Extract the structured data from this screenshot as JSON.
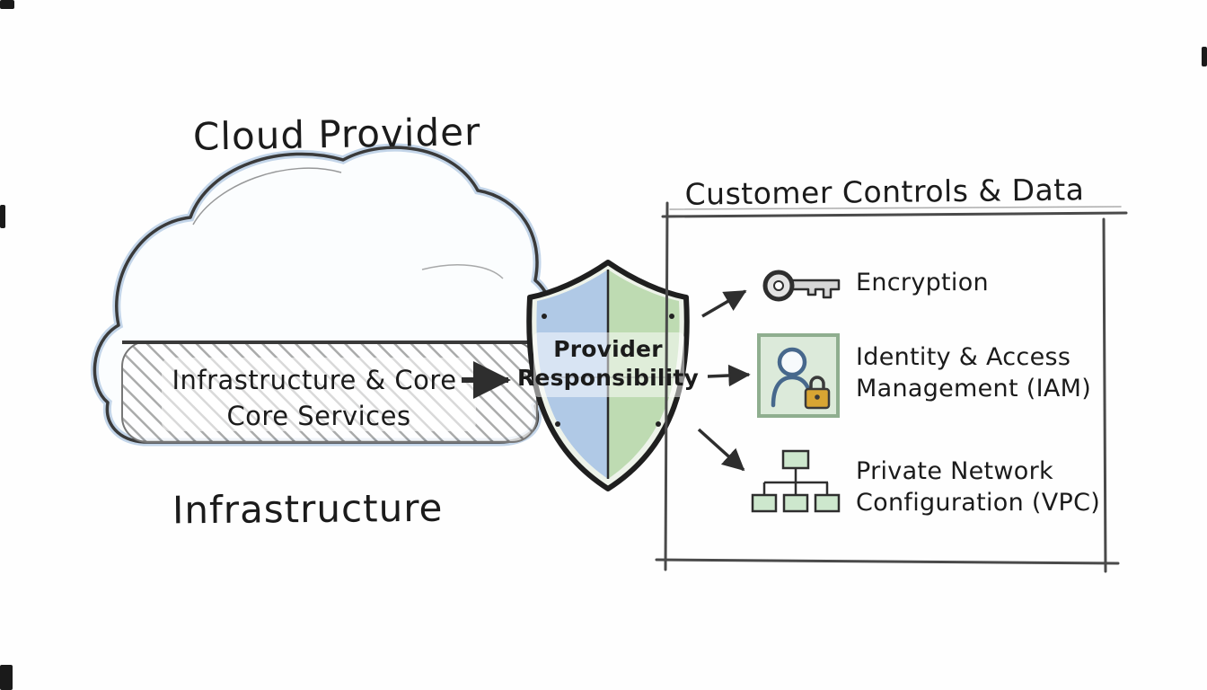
{
  "cloud": {
    "title": "Cloud Provider",
    "band": {
      "line1": "Infrastructure & Core",
      "line2": "Core Services"
    },
    "caption": "Infrastructure"
  },
  "shield": {
    "line1": "Provider",
    "line2": "Responsibility"
  },
  "customer_panel": {
    "title": "Customer Controls & Data",
    "items": [
      {
        "icon": "key-icon",
        "lines": [
          "Encryption"
        ]
      },
      {
        "icon": "person-lock-icon",
        "lines": [
          "Identity & Access",
          "Management (IAM)"
        ]
      },
      {
        "icon": "network-tree-icon",
        "lines": [
          "Private Network",
          "Configuration (VPC)"
        ]
      }
    ]
  },
  "colors": {
    "ink": "#1f1f1f",
    "shield_left": "#b0c9e6",
    "shield_right": "#bedbb2",
    "cloud_tint": "#b9cfe6",
    "lock_body": "#d8a533",
    "node_fill": "#cde7cd",
    "hatch_gray": "#8f8f8f"
  }
}
